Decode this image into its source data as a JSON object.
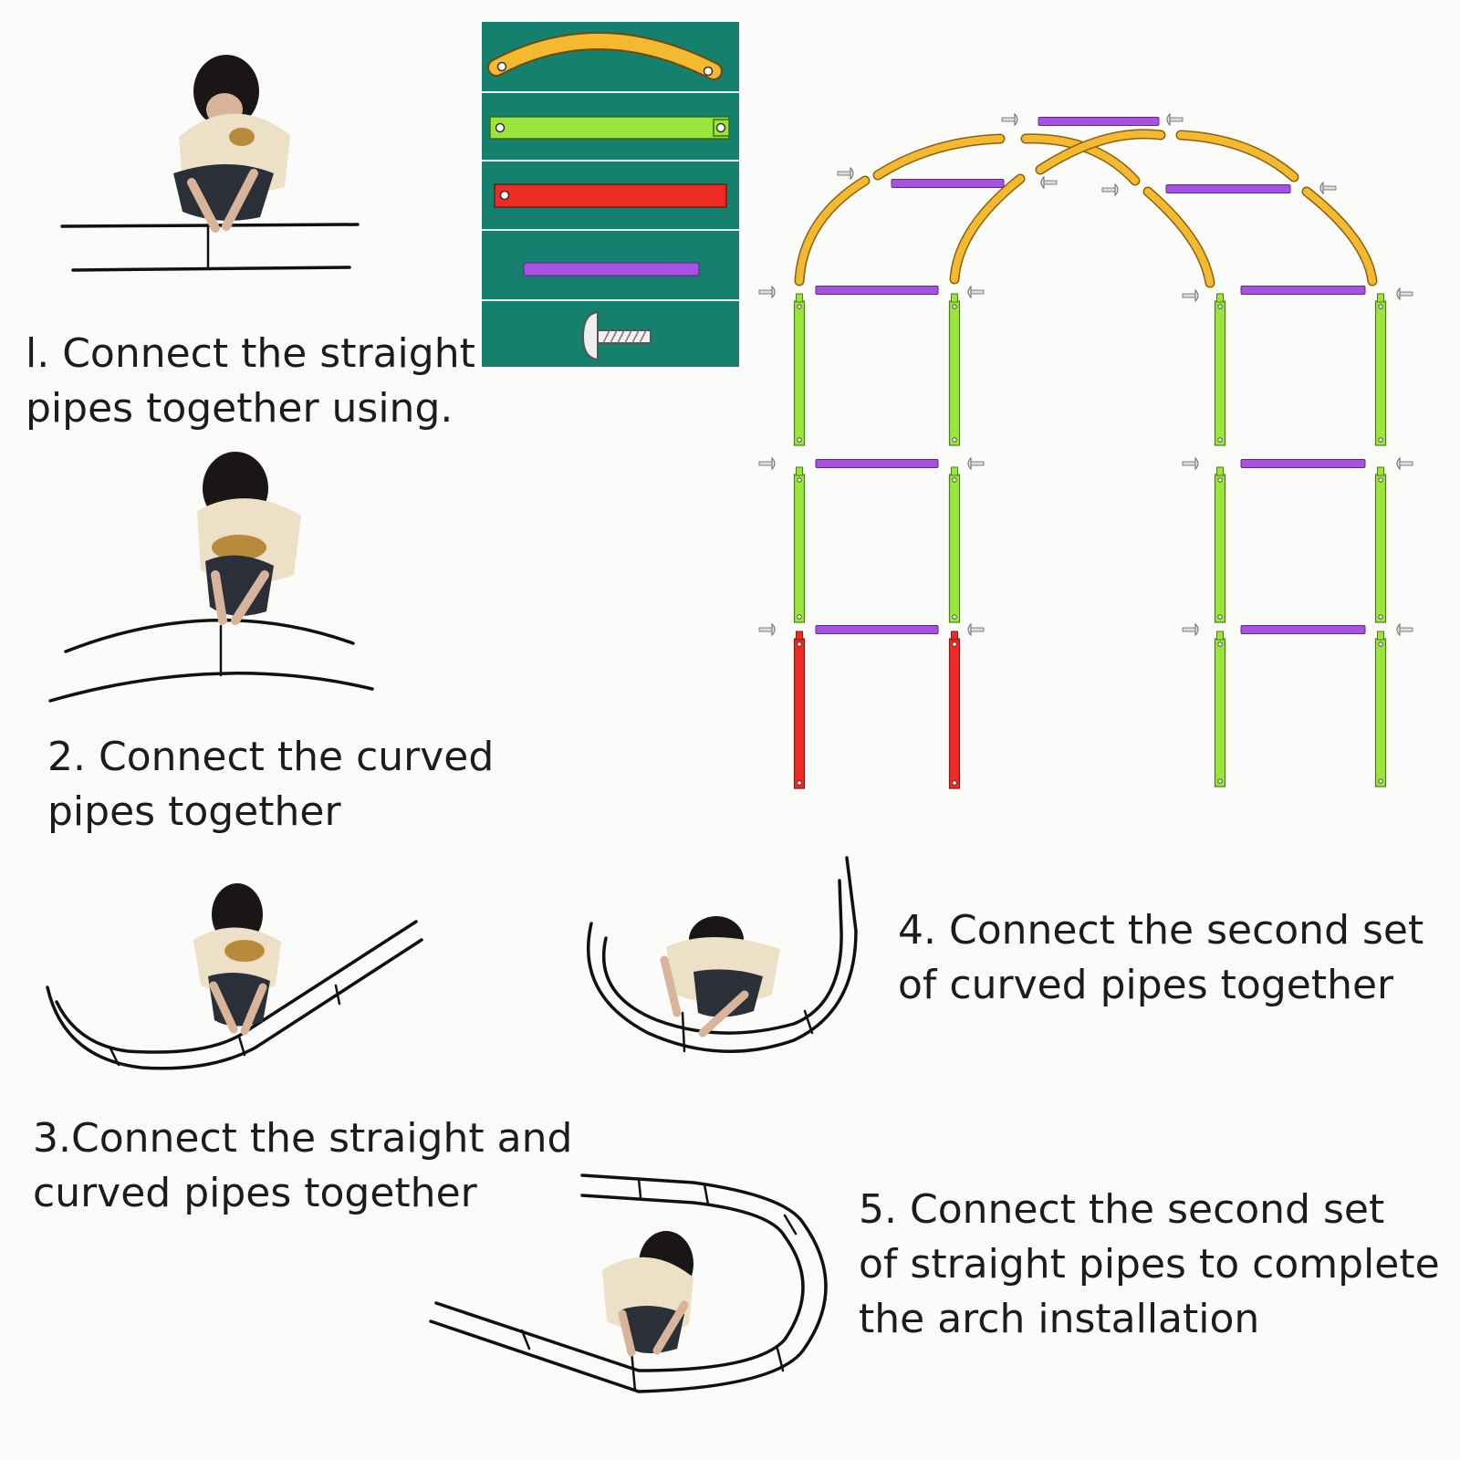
{
  "steps": [
    {
      "line1": "l. Connect the straight",
      "line2": "pipes together using."
    },
    {
      "line1": "2. Connect the curved",
      "line2": "pipes together"
    },
    {
      "line1": "3.Connect the straight and",
      "line2": "curved pipes together"
    },
    {
      "line1": "4. Connect the second set",
      "line2": "of curved pipes together"
    },
    {
      "line1": "5. Connect the second set",
      "line2": "of straight pipes to complete",
      "line3": "the arch installation"
    }
  ],
  "parts_legend": [
    {
      "part": "curved-pipe",
      "color": "#f4b92f"
    },
    {
      "part": "straight-pipe-green",
      "color": "#9ae63c"
    },
    {
      "part": "base-pipe-red",
      "color": "#ee2a24"
    },
    {
      "part": "crossbar-purple",
      "color": "#a651e0"
    },
    {
      "part": "screw",
      "icon": "screw-icon"
    }
  ],
  "colors": {
    "legend_bg": "#16806e",
    "curved": "#f4b92f",
    "green": "#9ae63c",
    "red": "#ee2a24",
    "purple": "#a651e0"
  }
}
